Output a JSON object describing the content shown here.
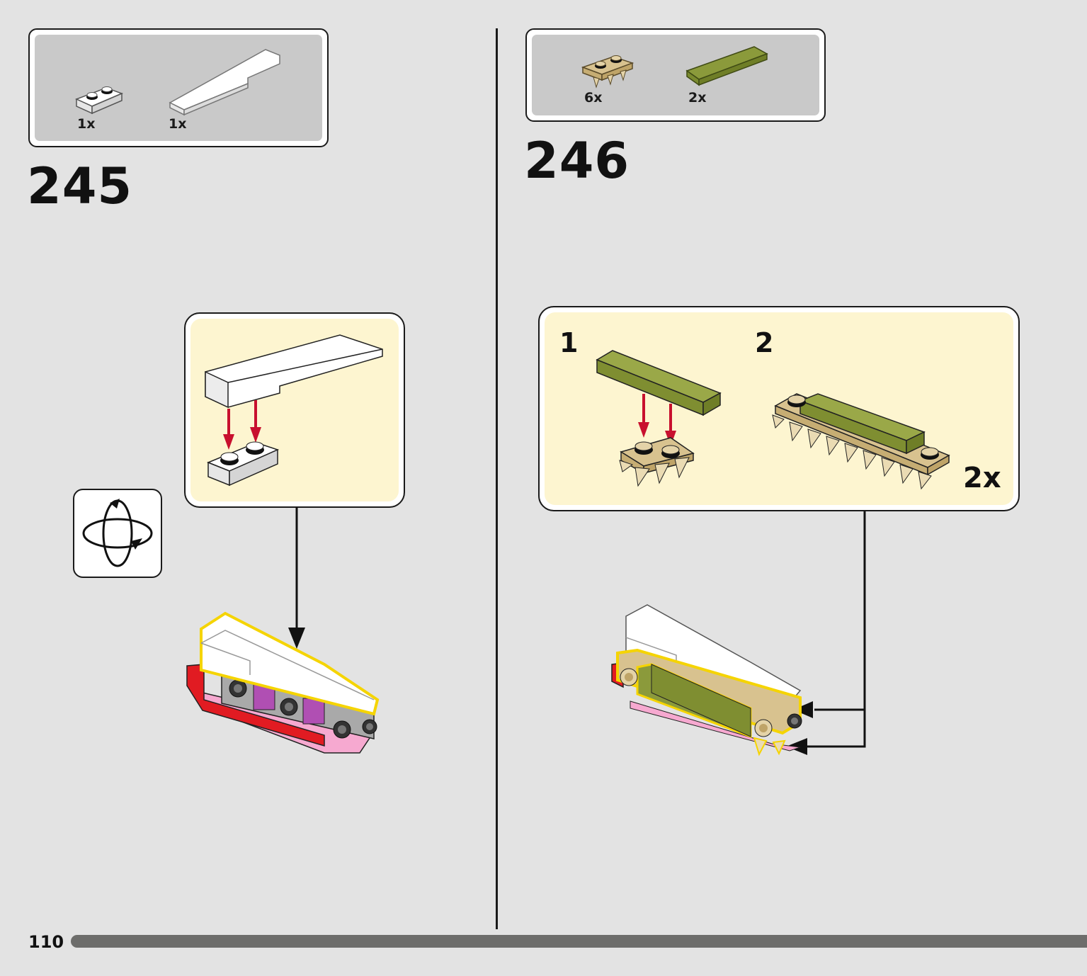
{
  "page": {
    "number": "110"
  },
  "steps": [
    {
      "number": "245",
      "parts": [
        {
          "qty": "1x",
          "icon": "white-plate-1x2-icon",
          "color": "#ffffff"
        },
        {
          "qty": "1x",
          "icon": "white-wedge-slope-icon",
          "color": "#ffffff"
        }
      ],
      "rotate_icon": "rotate-model-icon"
    },
    {
      "number": "246",
      "parts": [
        {
          "qty": "6x",
          "icon": "tan-plate-with-teeth-icon",
          "color": "#d8c28f"
        },
        {
          "qty": "2x",
          "icon": "olive-tile-1x6-icon",
          "color": "#8b9a3b"
        }
      ],
      "callout": {
        "substeps": [
          "1",
          "2"
        ],
        "multiplier": "2x"
      }
    }
  ],
  "colors": {
    "background": "#e3e3e3",
    "callout_bg": "#fdf5d0",
    "parts_bg": "#c9c9c9",
    "arrow_red": "#c8102e",
    "highlight_yellow": "#f5d400",
    "progress": "#6d6d6b"
  }
}
